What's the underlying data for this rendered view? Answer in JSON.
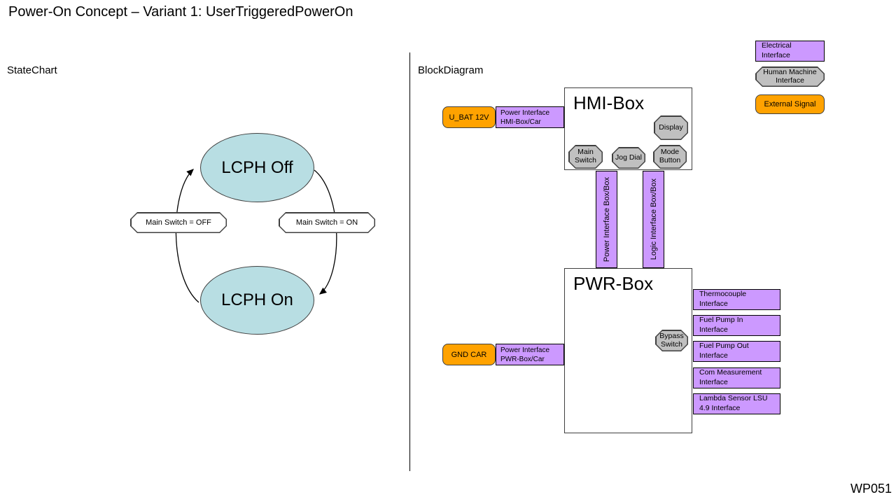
{
  "title": "Power-On Concept – Variant 1: UserTriggeredPowerOn",
  "footer": "WP051",
  "statechart": {
    "section_label": "StateChart",
    "state_off": "LCPH Off",
    "state_on": "LCPH On",
    "transition_off": "Main Switch = OFF",
    "transition_on": "Main Switch = ON"
  },
  "blockdiagram": {
    "section_label": "BlockDiagram",
    "legend": {
      "electrical": [
        "Electrical",
        "Interface"
      ],
      "hmi": [
        "Human Machine",
        "Interface"
      ],
      "external": "External Signal"
    },
    "hmi_box": {
      "title": "HMI-Box",
      "display": "Display",
      "main_switch": [
        "Main",
        "Switch"
      ],
      "jog_dial": "Jog Dial",
      "mode_button": [
        "Mode",
        "Button"
      ]
    },
    "pwr_box": {
      "title": "PWR-Box",
      "bypass_switch": [
        "Bypass",
        "Switch"
      ]
    },
    "u_bat": "U_BAT 12V",
    "gnd_car": "GND CAR",
    "power_interface_hmi_car": [
      "Power Interface",
      "HMI-Box/Car"
    ],
    "power_interface_pwr_car": [
      "Power Interface",
      "PWR-Box/Car"
    ],
    "power_interface_box_box": "Power Interface Box/Box",
    "logic_interface_box_box": "Logic Interface Box/Box",
    "pwr_interfaces": [
      {
        "id": "thermocouple",
        "lines": [
          "Thermocouple",
          "Interface"
        ]
      },
      {
        "id": "fuel-pump-in",
        "lines": [
          "Fuel Pump In",
          "Interface"
        ]
      },
      {
        "id": "fuel-pump-out",
        "lines": [
          "Fuel Pump Out",
          "Interface"
        ]
      },
      {
        "id": "com-measurement",
        "lines": [
          "Com Measurement",
          "Interface"
        ]
      },
      {
        "id": "lambda-sensor",
        "lines": [
          "Lambda Sensor LSU",
          "4.9 Interface"
        ]
      }
    ]
  },
  "colors": {
    "electrical_interface_purple": "#CC99FF",
    "human_machine_gray": "#C0C0C0",
    "external_signal_orange": "#FFA200",
    "state_fill_blue": "#B8DEE3"
  }
}
